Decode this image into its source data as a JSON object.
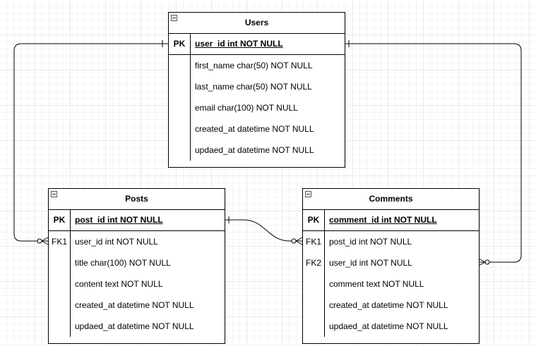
{
  "diagram": {
    "users": {
      "title": "Users",
      "pk_label": "PK",
      "pk_field": "user_id int NOT NULL",
      "fields": [
        {
          "key": "",
          "text": "first_name char(50) NOT NULL"
        },
        {
          "key": "",
          "text": "last_name char(50) NOT NULL"
        },
        {
          "key": "",
          "text": "email char(100) NOT NULL"
        },
        {
          "key": "",
          "text": "created_at datetime NOT NULL"
        },
        {
          "key": "",
          "text": "updaed_at datetime NOT NULL"
        }
      ]
    },
    "posts": {
      "title": "Posts",
      "pk_label": "PK",
      "pk_field": "post_id int NOT NULL",
      "fields": [
        {
          "key": "FK1",
          "text": "user_id int NOT NULL"
        },
        {
          "key": "",
          "text": "title char(100) NOT NULL"
        },
        {
          "key": "",
          "text": "content text NOT NULL"
        },
        {
          "key": "",
          "text": "created_at datetime NOT NULL"
        },
        {
          "key": "",
          "text": "updaed_at datetime NOT NULL"
        }
      ]
    },
    "comments": {
      "title": "Comments",
      "pk_label": "PK",
      "pk_field": "comment_id int NOT NULL",
      "fields": [
        {
          "key": "FK1",
          "text": "post_id int NOT NULL"
        },
        {
          "key": "FK2",
          "text": "user_id int NOT NULL"
        },
        {
          "key": "",
          "text": "comment text NOT NULL"
        },
        {
          "key": "",
          "text": "created_at datetime NOT NULL"
        },
        {
          "key": "",
          "text": "updaed_at datetime NOT NULL"
        }
      ]
    }
  }
}
